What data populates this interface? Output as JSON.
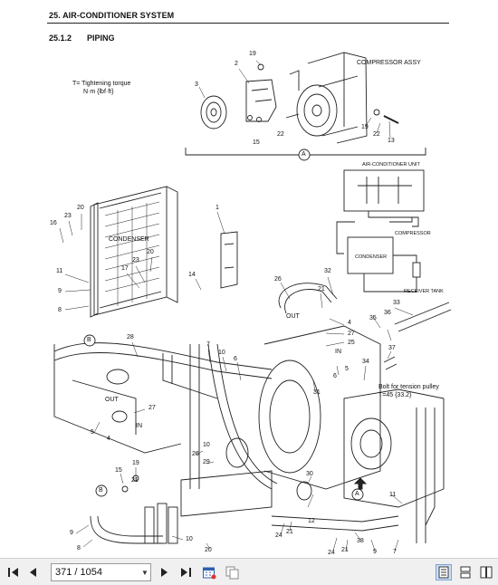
{
  "header": {
    "title": "25. AIR-CONDITIONER SYSTEM",
    "section_number": "25.1.2",
    "section_name": "PIPING"
  },
  "labels": {
    "compressor_assy": "COMPRESSOR ASSY",
    "torque_line1": "T= Tightening torque",
    "torque_line2": "N·m {lbf·ft}",
    "ac_unit": "AIR-CONDITIONER UNIT",
    "compressor": "COMPRESSOR",
    "condenser_small": "CONDENSER",
    "receiver_tank": "RECEIVER TANK",
    "condenser_big": "CONDENSER",
    "out_right": "OUT",
    "in_right": "IN",
    "out_left": "OUT",
    "in_left": "IN",
    "bolt_line1": "Bolt for tension pulley",
    "bolt_line2": "T=45 {33.2}",
    "callout_a_top": "A",
    "callout_a_bottom": "A",
    "callout_b_top": "B",
    "callout_b_bottom": "B"
  },
  "part_numbers": {
    "n1": "19",
    "n2": "2",
    "n3": "3",
    "n4": "19",
    "n5": "22",
    "n6": "13",
    "n7": "15",
    "n8": "22",
    "n9": "16",
    "n10": "23",
    "n11": "20",
    "n12": "1",
    "n13": "20",
    "n14": "23",
    "n15": "17",
    "n16": "11",
    "n17": "9",
    "n18": "8",
    "n19": "14",
    "n20": "26",
    "n21": "32",
    "n22": "21",
    "n23": "4",
    "n24": "27",
    "n25": "25",
    "n26": "33",
    "n27": "35",
    "n28": "36",
    "n29": "37",
    "n30": "28",
    "n31": "7",
    "n32": "10",
    "n33": "6",
    "n34": "34",
    "n35": "5",
    "n36": "6",
    "n37": "31",
    "n38": "27",
    "n39": "5",
    "n40": "4",
    "n41": "26",
    "n42": "29",
    "n43": "30",
    "n44": "15",
    "n45": "19",
    "n46": "21",
    "n47": "9",
    "n48": "8",
    "n49": "10",
    "n50": "20",
    "n51": "24",
    "n52": "21",
    "n53": "12",
    "n54": "24",
    "n55": "21",
    "n56": "38",
    "n57": "9",
    "n58": "7",
    "n59": "11",
    "n60": "10"
  },
  "toolbar": {
    "page_display": "371 / 1054",
    "icons": [
      "skip-first-icon",
      "previous-icon",
      "next-icon",
      "skip-last-icon",
      "calendar-icon",
      "thumbnails-icon",
      "single-page-icon",
      "continuous-page-icon",
      "two-page-icon"
    ]
  }
}
